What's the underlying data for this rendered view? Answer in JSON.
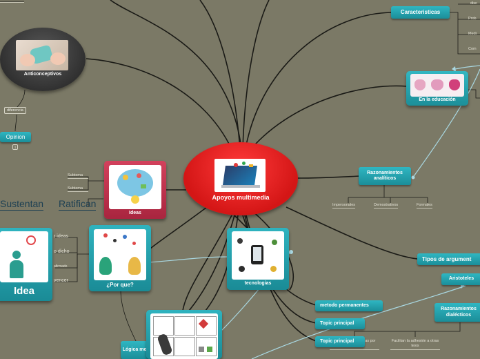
{
  "central": {
    "title": "Apoyos multimedia"
  },
  "nodes": {
    "caracteristicas": "Caracteristicas",
    "disc": "disc",
    "prob": "Prob",
    "medi": "Medi",
    "com": "Com",
    "educacion": "En la educación",
    "anticonceptivos": "Anticonceptivos",
    "diferencia": "diferencia",
    "opinion": "Opinion",
    "opinion_count": "1",
    "ideas": "Ideas",
    "subtema1": "Subtema",
    "subtema2": "Subtema",
    "sustentan": "Sustentan",
    "ratifican": "Ratifican",
    "idea": "Idea",
    "frag_ideas": "r ideas",
    "frag_dicho": "o dicho",
    "frag_afirmado": "afirmado",
    "frag_vencer": "vencer",
    "porque": "¿Por que?",
    "tecnologias": "tecnologias",
    "razonamientos_analiticos": "Razonamientos analíticos",
    "impersonales": "Impersonales",
    "demostrativos": "Demostrativos",
    "formales": "Formales",
    "tipos_argumento": "Tipos de argument",
    "aristoteles": "Aristoteles",
    "razonamientos_dialecticos": "Razonamientos dialécticos",
    "metodo_permanentes": "metodo permanentes",
    "topic_principal1": "Topic principal",
    "topic_principal2": "Topic principal",
    "opiniones_aceptadas": "Opiniones aceptadas por todos",
    "facilitan_adhesion": "Facilitan la adhesión a otras tesis",
    "logica_kant": "Lógica mo Kant",
    "top_left_fragment": "ca"
  },
  "colors": {
    "background": "#7b7966",
    "central": "#e31b1b",
    "teal": "#2aa9b4",
    "ideas_card": "#c52e4a",
    "line_dark": "#1a1a16",
    "line_light": "#a9d8e2"
  }
}
